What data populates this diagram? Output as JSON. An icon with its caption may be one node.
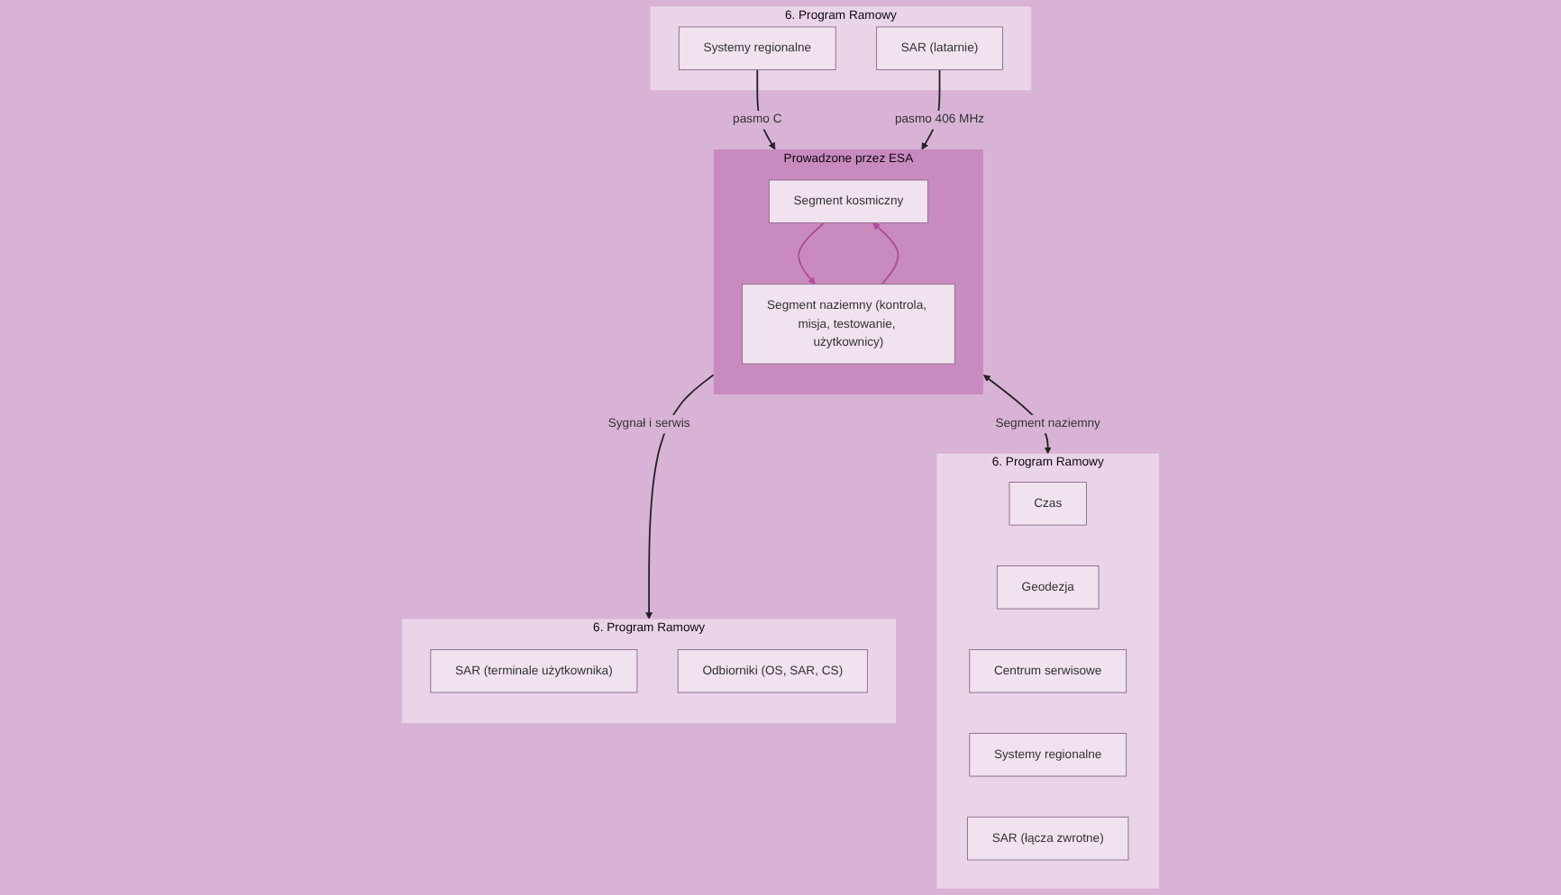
{
  "diagram": {
    "nodes": [
      {
        "text": [
          "6. Program Ramowy"
        ]
      },
      {
        "text": [
          "Systemy regionalne"
        ],
        "in": 0
      },
      {
        "text": [
          "SAR (latarnie)"
        ],
        "in": 0
      },
      {
        "text": [
          "Prowadzone przez ESA"
        ]
      },
      {
        "text": [
          "Segment kosmiczny"
        ],
        "in": 3
      },
      {
        "text": [
          "Segment naziemny (kontrola, misja, testowanie, użytkownicy)"
        ],
        "in": 3
      },
      {
        "text": [
          "6. Program Ramowy"
        ]
      },
      {
        "text": [
          "SAR (terminale użytkownika)"
        ],
        "in": 6
      },
      {
        "text": [
          "Odbiorniki (OS, SAR, CS)"
        ],
        "in": 6
      },
      {
        "text": [
          "6. Program Ramowy"
        ]
      },
      {
        "text": [
          "Czas"
        ],
        "in": 9
      },
      {
        "text": [
          "Geodezja"
        ],
        "in": 9
      },
      {
        "text": [
          "Centrum serwisowe"
        ],
        "in": 9
      },
      {
        "text": [
          "Systemy regionalne"
        ],
        "in": 9
      },
      {
        "text": [
          "SAR (łącza zwrotne)"
        ],
        "in": 9
      }
    ],
    "edges": [
      {
        "from": 1,
        "to": 3,
        "arrow": "to",
        "label": "pasmo C"
      },
      {
        "from": 2,
        "to": 3,
        "arrow": "to",
        "label": "pasmo 406 MHz"
      },
      {
        "from": 5,
        "to": 4,
        "arrow": "to",
        "color": "#b04a9a"
      },
      {
        "from": 4,
        "to": 5,
        "arrow": "to",
        "color": "#b04a9a"
      },
      {
        "from": 3,
        "to": 6,
        "arrow": "to",
        "label": "Sygnał i serwis"
      },
      {
        "from": 3,
        "to": 9,
        "arrow": "both",
        "label": "Segment naziemny"
      }
    ]
  }
}
